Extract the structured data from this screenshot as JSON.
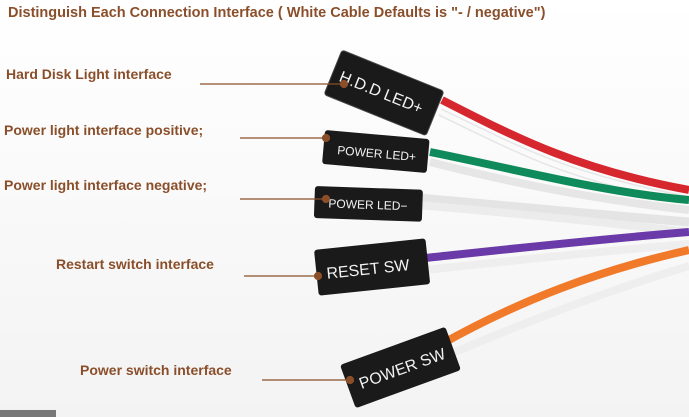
{
  "title": "Distinguish Each Connection Interface ( White Cable Defaults is \"- / negative\")",
  "labels": {
    "hdd": "Hard Disk Light interface",
    "power_pos": "Power light interface positive;",
    "power_neg": "Power light interface negative;",
    "reset": "Restart switch interface",
    "power_sw": "Power switch interface"
  },
  "connectors": {
    "hdd": "H.D.D LED+",
    "power_pos": "POWER LED+",
    "power_neg": "POWER LED−",
    "reset": "RESET SW",
    "power_sw": "POWER SW"
  },
  "colors": {
    "label_text": "#8a4f2a",
    "leader_line": "#8a4f2a",
    "connector_body": "#1a1a1a",
    "wire_red": "#d6262e",
    "wire_green": "#0f8a5a",
    "wire_white": "#f4f4f4",
    "wire_purple": "#6a3aa8",
    "wire_orange": "#f07a2a"
  }
}
